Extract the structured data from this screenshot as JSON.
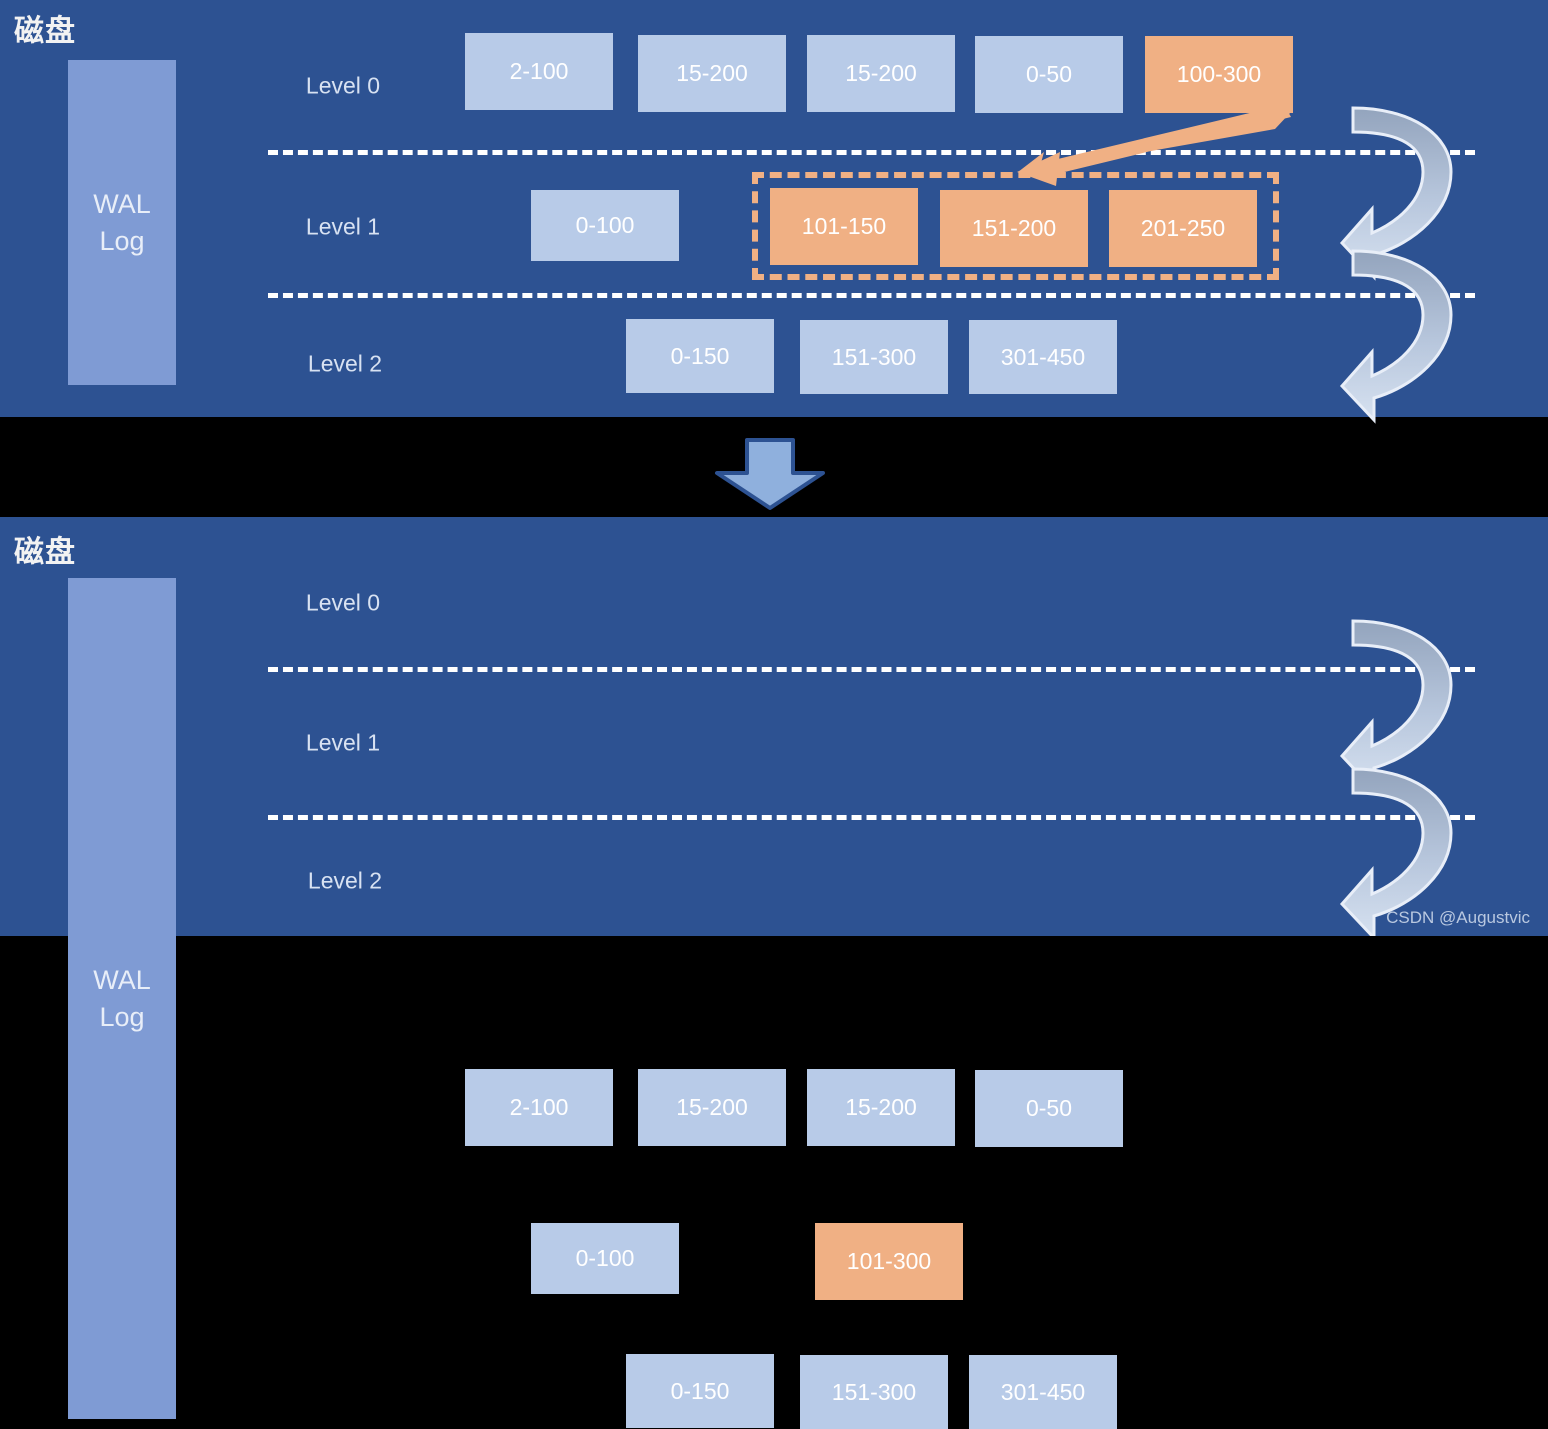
{
  "meta": {
    "diagram_title": "LSM-Tree compaction: Level 0 SSTable merged into Level 1",
    "watermark": "CSDN @Augustvic"
  },
  "colors": {
    "panel_background": "#2d5292",
    "gap_background": "#000000",
    "wal_fill": "#7f9bd4",
    "sstable_blue": "#b8cbe8",
    "sstable_orange": "#f0b084",
    "divider": "#ffffff",
    "down_arrow_fill": "#8fb0dd",
    "down_arrow_stroke": "#2d5292",
    "curved_arrow_light": "#cddbee",
    "curved_arrow_dark": "#93a4bd",
    "text_light": "#ffffff"
  },
  "panels": [
    {
      "id": "before",
      "disk_label": "磁盘",
      "wal": {
        "line1": "WAL",
        "line2": "Log"
      },
      "levels": [
        {
          "label": "Level 0",
          "blocks": [
            {
              "text": "2-100",
              "color": "blue"
            },
            {
              "text": "15-200",
              "color": "blue"
            },
            {
              "text": "15-200",
              "color": "blue"
            },
            {
              "text": "0-50",
              "color": "blue"
            },
            {
              "text": "100-300",
              "color": "orange"
            }
          ]
        },
        {
          "label": "Level 1",
          "blocks": [
            {
              "text": "0-100",
              "color": "blue"
            },
            {
              "text": "101-150",
              "color": "orange"
            },
            {
              "text": "151-200",
              "color": "orange"
            },
            {
              "text": "201-250",
              "color": "orange"
            }
          ],
          "selection_note": "dashed orange box around 101-150, 151-200, 201-250"
        },
        {
          "label": "Level 2",
          "blocks": [
            {
              "text": "0-150",
              "color": "blue"
            },
            {
              "text": "151-300",
              "color": "blue"
            },
            {
              "text": "301-450",
              "color": "blue"
            }
          ]
        }
      ]
    },
    {
      "id": "after",
      "disk_label": "磁盘",
      "wal": {
        "line1": "WAL",
        "line2": "Log"
      },
      "levels": [
        {
          "label": "Level 0",
          "blocks": [
            {
              "text": "2-100",
              "color": "blue"
            },
            {
              "text": "15-200",
              "color": "blue"
            },
            {
              "text": "15-200",
              "color": "blue"
            },
            {
              "text": "0-50",
              "color": "blue"
            }
          ]
        },
        {
          "label": "Level 1",
          "blocks": [
            {
              "text": "0-100",
              "color": "blue"
            },
            {
              "text": "101-300",
              "color": "orange"
            }
          ]
        },
        {
          "label": "Level 2",
          "blocks": [
            {
              "text": "0-150",
              "color": "blue"
            },
            {
              "text": "151-300",
              "color": "blue"
            },
            {
              "text": "301-450",
              "color": "blue"
            }
          ]
        }
      ]
    }
  ],
  "icons": {
    "merge_arrow": "arrow-down-left",
    "compaction_arrow_1": "curved-arrow-loop",
    "compaction_arrow_2": "curved-arrow-loop",
    "transition_arrow": "arrow-down"
  }
}
